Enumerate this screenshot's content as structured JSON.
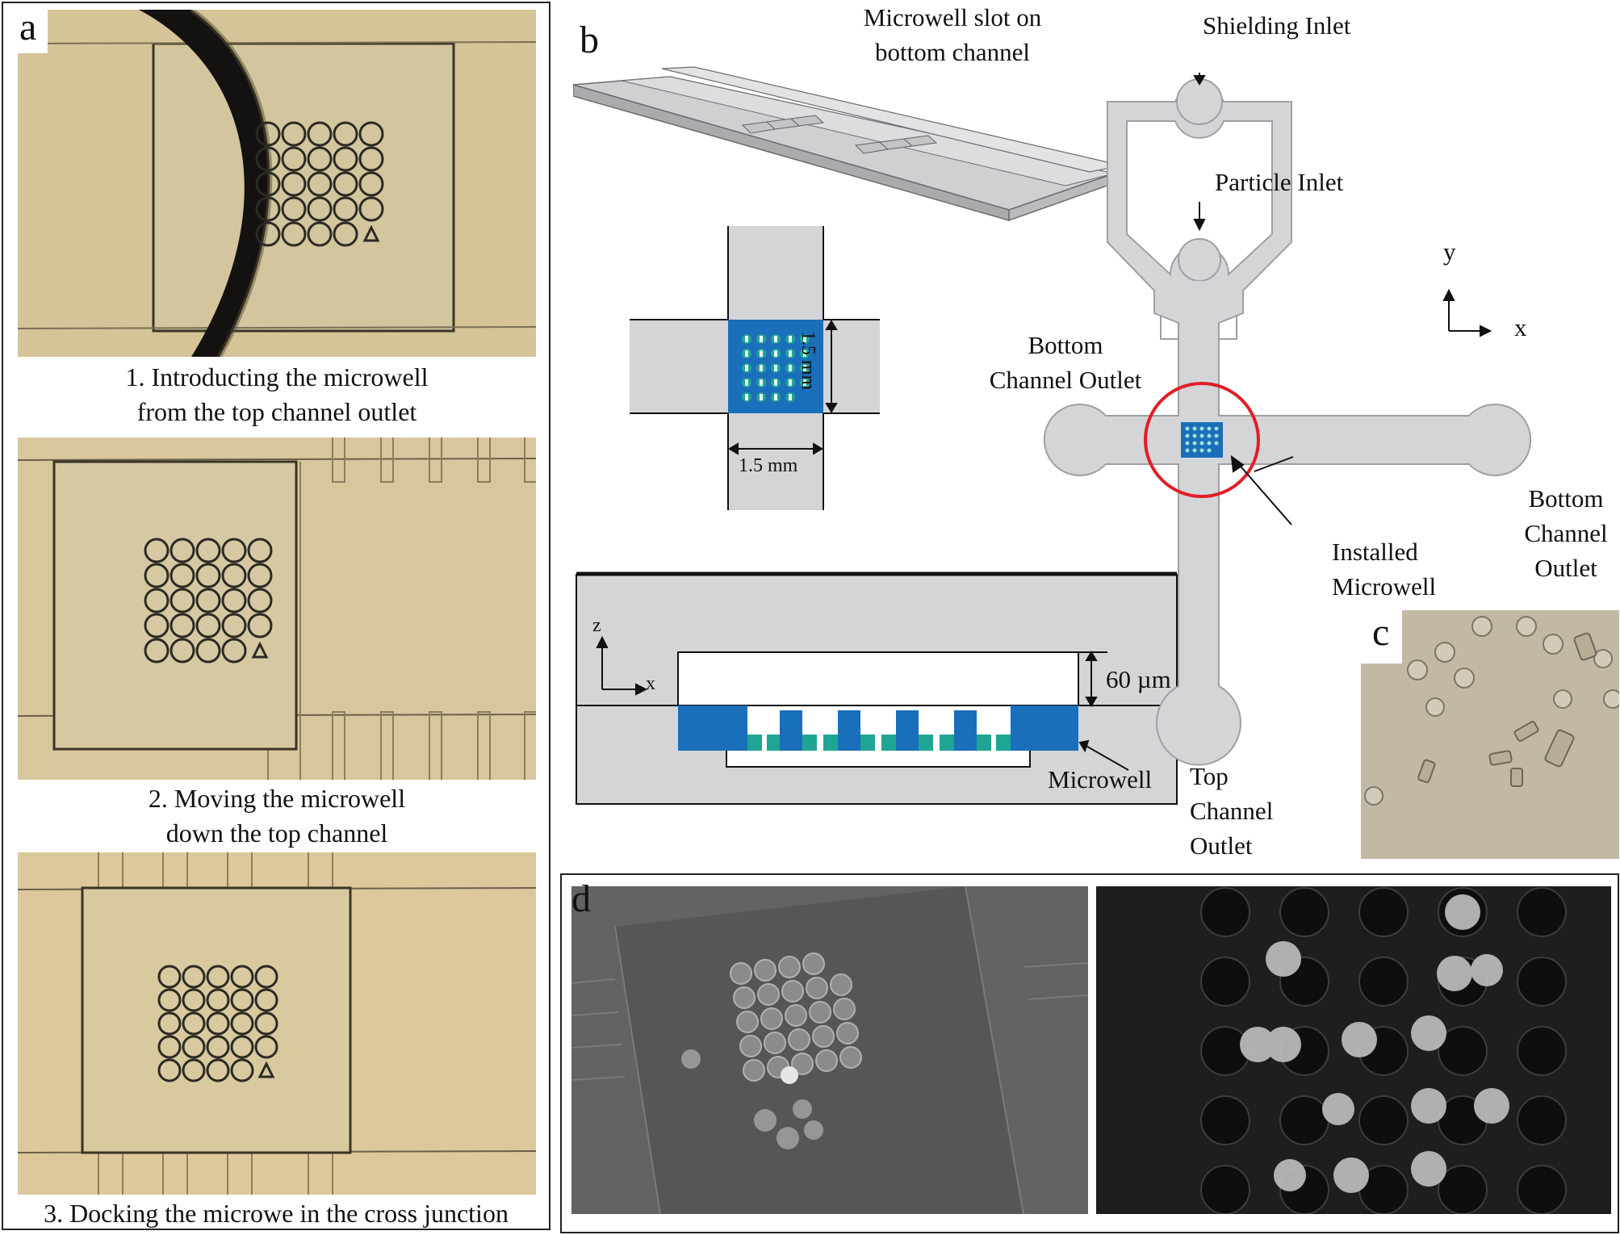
{
  "panel_labels": {
    "a": "a",
    "b": "b",
    "c": "c",
    "d": "d"
  },
  "panel_a": {
    "captions": [
      [
        "1. Introducting the microwell",
        "from the top channel outlet"
      ],
      [
        "2. Moving the microwell",
        "down the top channel"
      ],
      [
        "3. Docking the microwe in the cross junction"
      ]
    ]
  },
  "panel_b": {
    "slot_label": [
      "Microwell slot on",
      "bottom channel"
    ],
    "dim_vertical": "1.5 mm",
    "dim_horizontal": "1.5 mm",
    "axis_z": "z",
    "axis_x": "x",
    "depth_label": "60 µm",
    "microwell_label": "Microwell",
    "shielding_inlet": "Shielding Inlet",
    "particle_inlet": "Particle Inlet",
    "axis_y": "y",
    "axis_x_main": "x",
    "bottom_outlet_left": [
      "Bottom",
      "Channel Outlet"
    ],
    "bottom_outlet_right": [
      "Bottom",
      "Channel",
      "Outlet"
    ],
    "installed_microwell": [
      "Installed",
      "Microwell"
    ],
    "top_outlet": [
      "Top",
      "Channel",
      "Outlet"
    ]
  },
  "colors": {
    "channel_gray": "#d4d5d7",
    "microwell_blue": "#1a6fba",
    "well_teal": "#1fa594",
    "highlight_red": "#e01e25",
    "photo_tan": "#d9c99d"
  }
}
